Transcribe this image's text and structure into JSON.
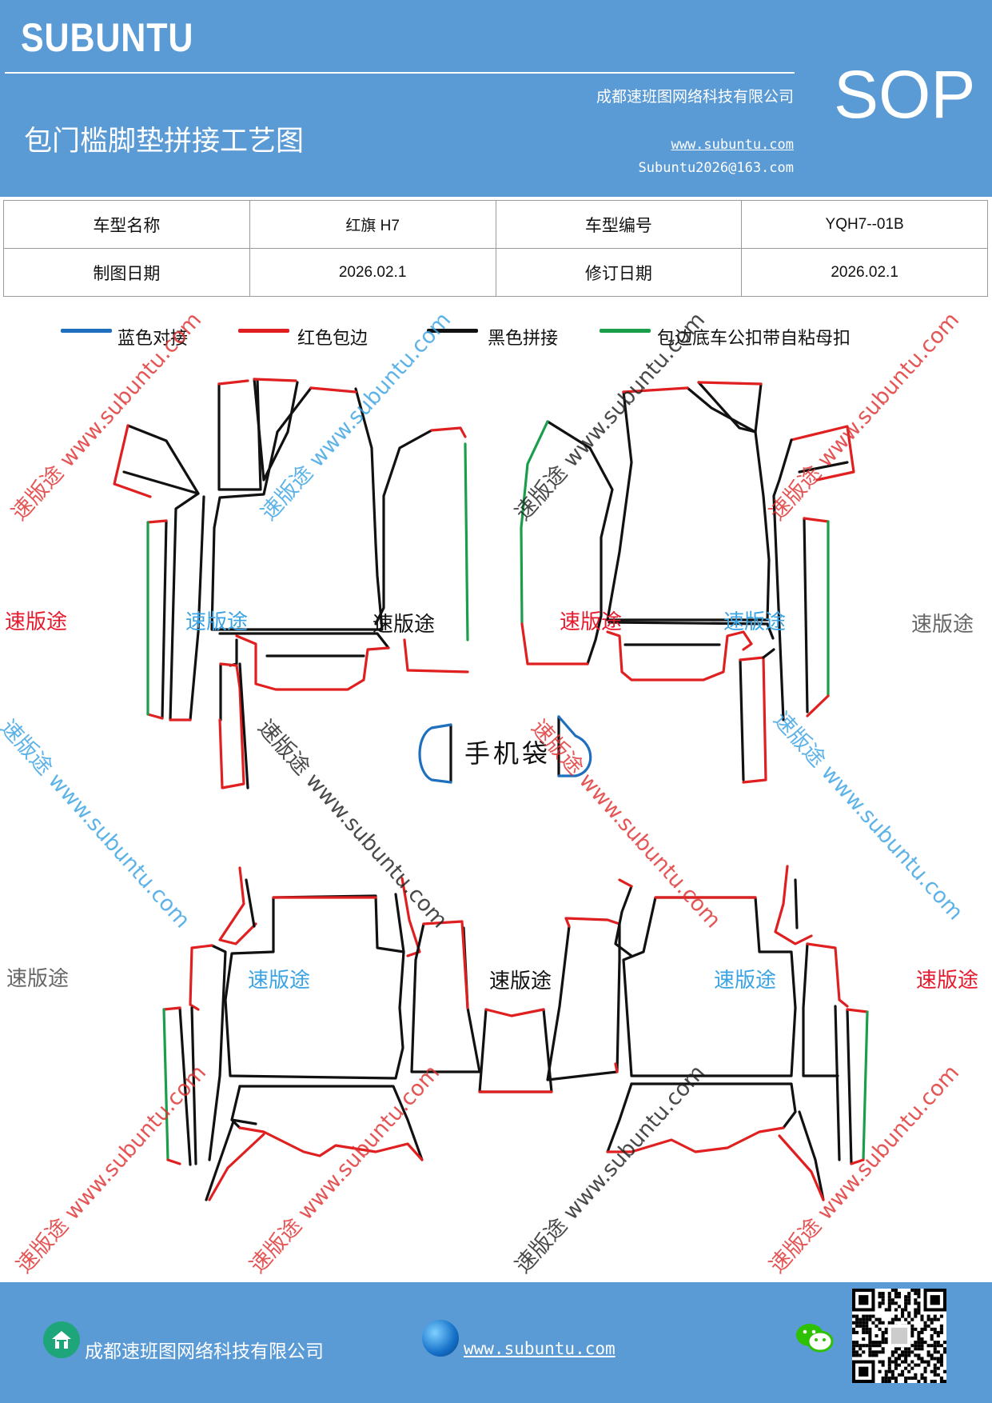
{
  "header": {
    "brand": "SUBUNTU",
    "title": "包门槛脚垫拼接工艺图",
    "company": "成都速班图网络科技有限公司",
    "website": "www.subuntu.com",
    "email": "Subuntu2026@163.com",
    "sop": "SOP"
  },
  "info_table": {
    "model_name_label": "车型名称",
    "model_name_value": "红旗 H7",
    "model_code_label": "车型编号",
    "model_code_value": "YQH7--01B",
    "draw_date_label": "制图日期",
    "draw_date_value": "2026.02.1",
    "revise_date_label": "修订日期",
    "revise_date_value": "2026.02.1"
  },
  "legend": [
    {
      "label": "蓝色对接",
      "color": "#1f6fbf"
    },
    {
      "label": "红色包边",
      "color": "#e02020"
    },
    {
      "label": "黑色拼接",
      "color": "#111111"
    },
    {
      "label": "包边底车公扣带自粘母扣",
      "color": "#1a9e4a"
    }
  ],
  "drawing": {
    "brand_label": "速版途",
    "watermark_text": "速版途 www.subuntu.com",
    "pouch_label": "手机袋",
    "colors": {
      "edge": "#e02020",
      "seam": "#111111",
      "join": "#1f6fbf",
      "velcro": "#1a9e4a",
      "label_red": "#e8192c",
      "label_blue": "#3aa3e3",
      "label_black": "#111111",
      "label_gray": "#666666",
      "watermark_red": "#e03030",
      "watermark_blue": "#3aa3e3",
      "watermark_black": "#222222"
    }
  },
  "footer": {
    "company": "成都速班图网络科技有限公司",
    "website": "www.subuntu.com"
  }
}
